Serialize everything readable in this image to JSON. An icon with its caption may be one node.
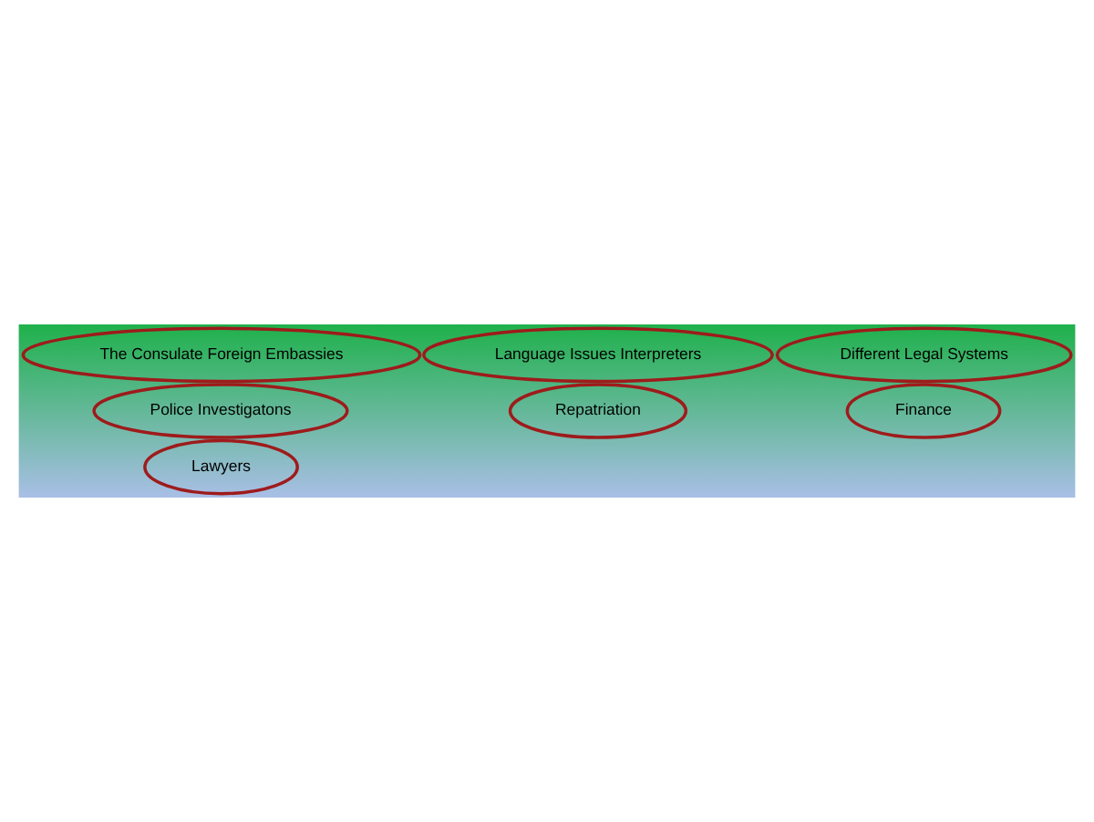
{
  "diagram": {
    "nodes": [
      {
        "text": [
          "Language Issues Interpreters"
        ]
      },
      {
        "text": [
          "Different Legal Systems"
        ]
      },
      {
        "text": [
          "The Consulate Foreign Embassies"
        ]
      },
      {
        "text": [
          "Police Investigatons"
        ]
      },
      {
        "text": [
          "Repatriation"
        ]
      },
      {
        "text": [
          "Finance"
        ]
      },
      {
        "text": [
          "Lawyers"
        ]
      }
    ],
    "edges": []
  }
}
